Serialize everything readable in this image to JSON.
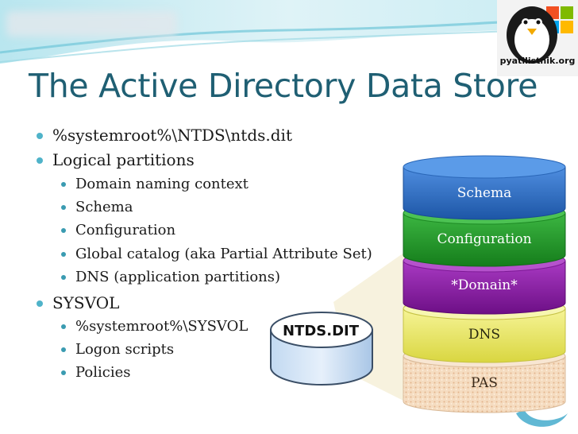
{
  "title": "The Active Directory Data Store",
  "logo": {
    "text": "pyatilistnik.org"
  },
  "bullets": [
    {
      "text": "%systemroot%\\NTDS\\ntds.dit"
    },
    {
      "text": "Logical partitions",
      "children": [
        "Domain naming context",
        "Schema",
        "Configuration",
        "Global catalog (aka Partial Attribute Set)",
        "DNS (application partitions)"
      ]
    },
    {
      "text": "SYSVOL",
      "children": [
        "%systemroot%\\SYSVOL",
        "Logon scripts",
        "Policies"
      ]
    }
  ],
  "diagram": {
    "ntds_label": "NTDS.DIT",
    "layers": [
      {
        "label": "Schema",
        "color": "#2b6cc0"
      },
      {
        "label": "Configuration",
        "color": "#1f9a26"
      },
      {
        "label": "*Domain*",
        "color": "#8c1aa6"
      },
      {
        "label": "DNS",
        "color": "#e4e25a"
      },
      {
        "label": "PAS",
        "color": "#f3d3b2"
      }
    ]
  },
  "colors": {
    "title": "#1f5f73",
    "bullet": "#4fb3c9"
  }
}
